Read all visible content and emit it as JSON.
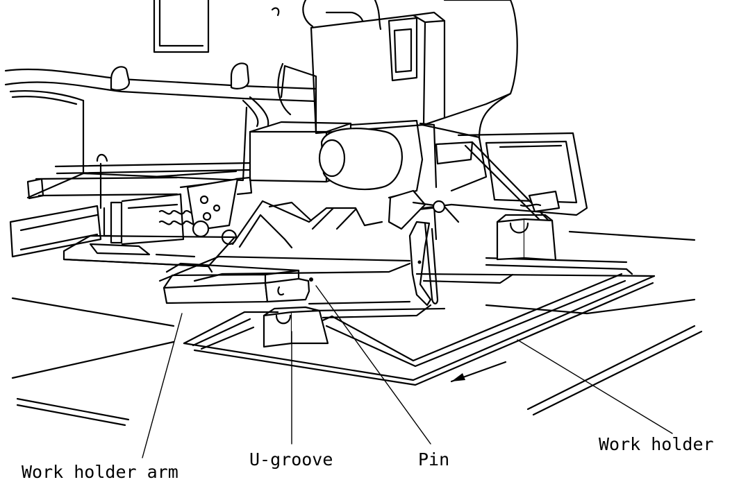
{
  "labels": {
    "work_holder_arm": "Work holder arm",
    "u_groove": "U-groove",
    "pin": "Pin",
    "work_holder": "Work holder"
  }
}
